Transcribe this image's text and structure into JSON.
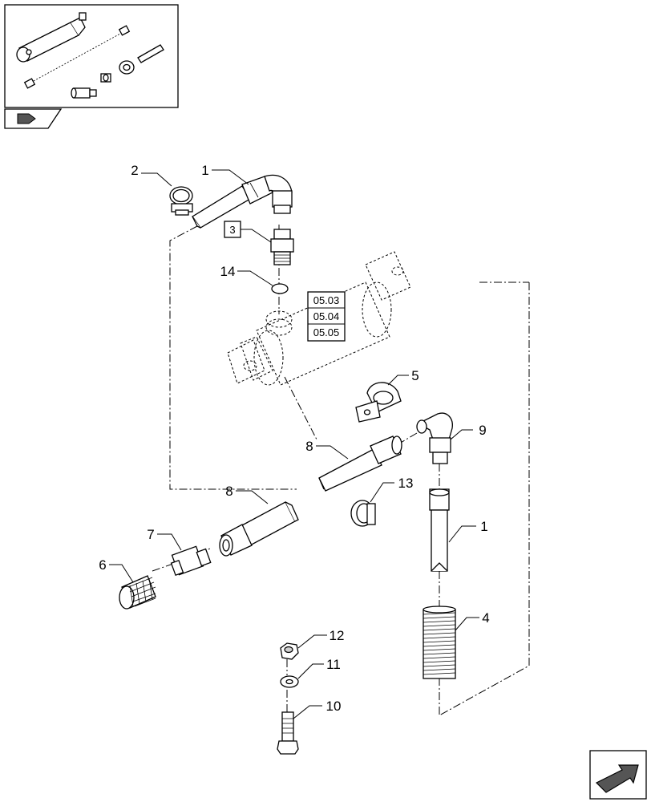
{
  "callouts": [
    {
      "id": "c2",
      "text": "2"
    },
    {
      "id": "c1a",
      "text": "1"
    },
    {
      "id": "c3",
      "text": "3"
    },
    {
      "id": "c14",
      "text": "14"
    },
    {
      "id": "c5",
      "text": "5"
    },
    {
      "id": "c8a",
      "text": "8"
    },
    {
      "id": "c9",
      "text": "9"
    },
    {
      "id": "c8b",
      "text": "8"
    },
    {
      "id": "c13",
      "text": "13"
    },
    {
      "id": "c7",
      "text": "7"
    },
    {
      "id": "c1b",
      "text": "1"
    },
    {
      "id": "c6",
      "text": "6"
    },
    {
      "id": "c4",
      "text": "4"
    },
    {
      "id": "c12",
      "text": "12"
    },
    {
      "id": "c11",
      "text": "11"
    },
    {
      "id": "c10",
      "text": "10"
    }
  ],
  "references": [
    "05.03",
    "05.04",
    "05.05"
  ],
  "icons": {
    "thumbnail_nav": "kit-thumbnail-icon",
    "next_page": "next-page-arrow-icon"
  },
  "colors": {
    "line": "#000000",
    "shade": "#cfcfcf",
    "nav_fill": "#555555"
  }
}
